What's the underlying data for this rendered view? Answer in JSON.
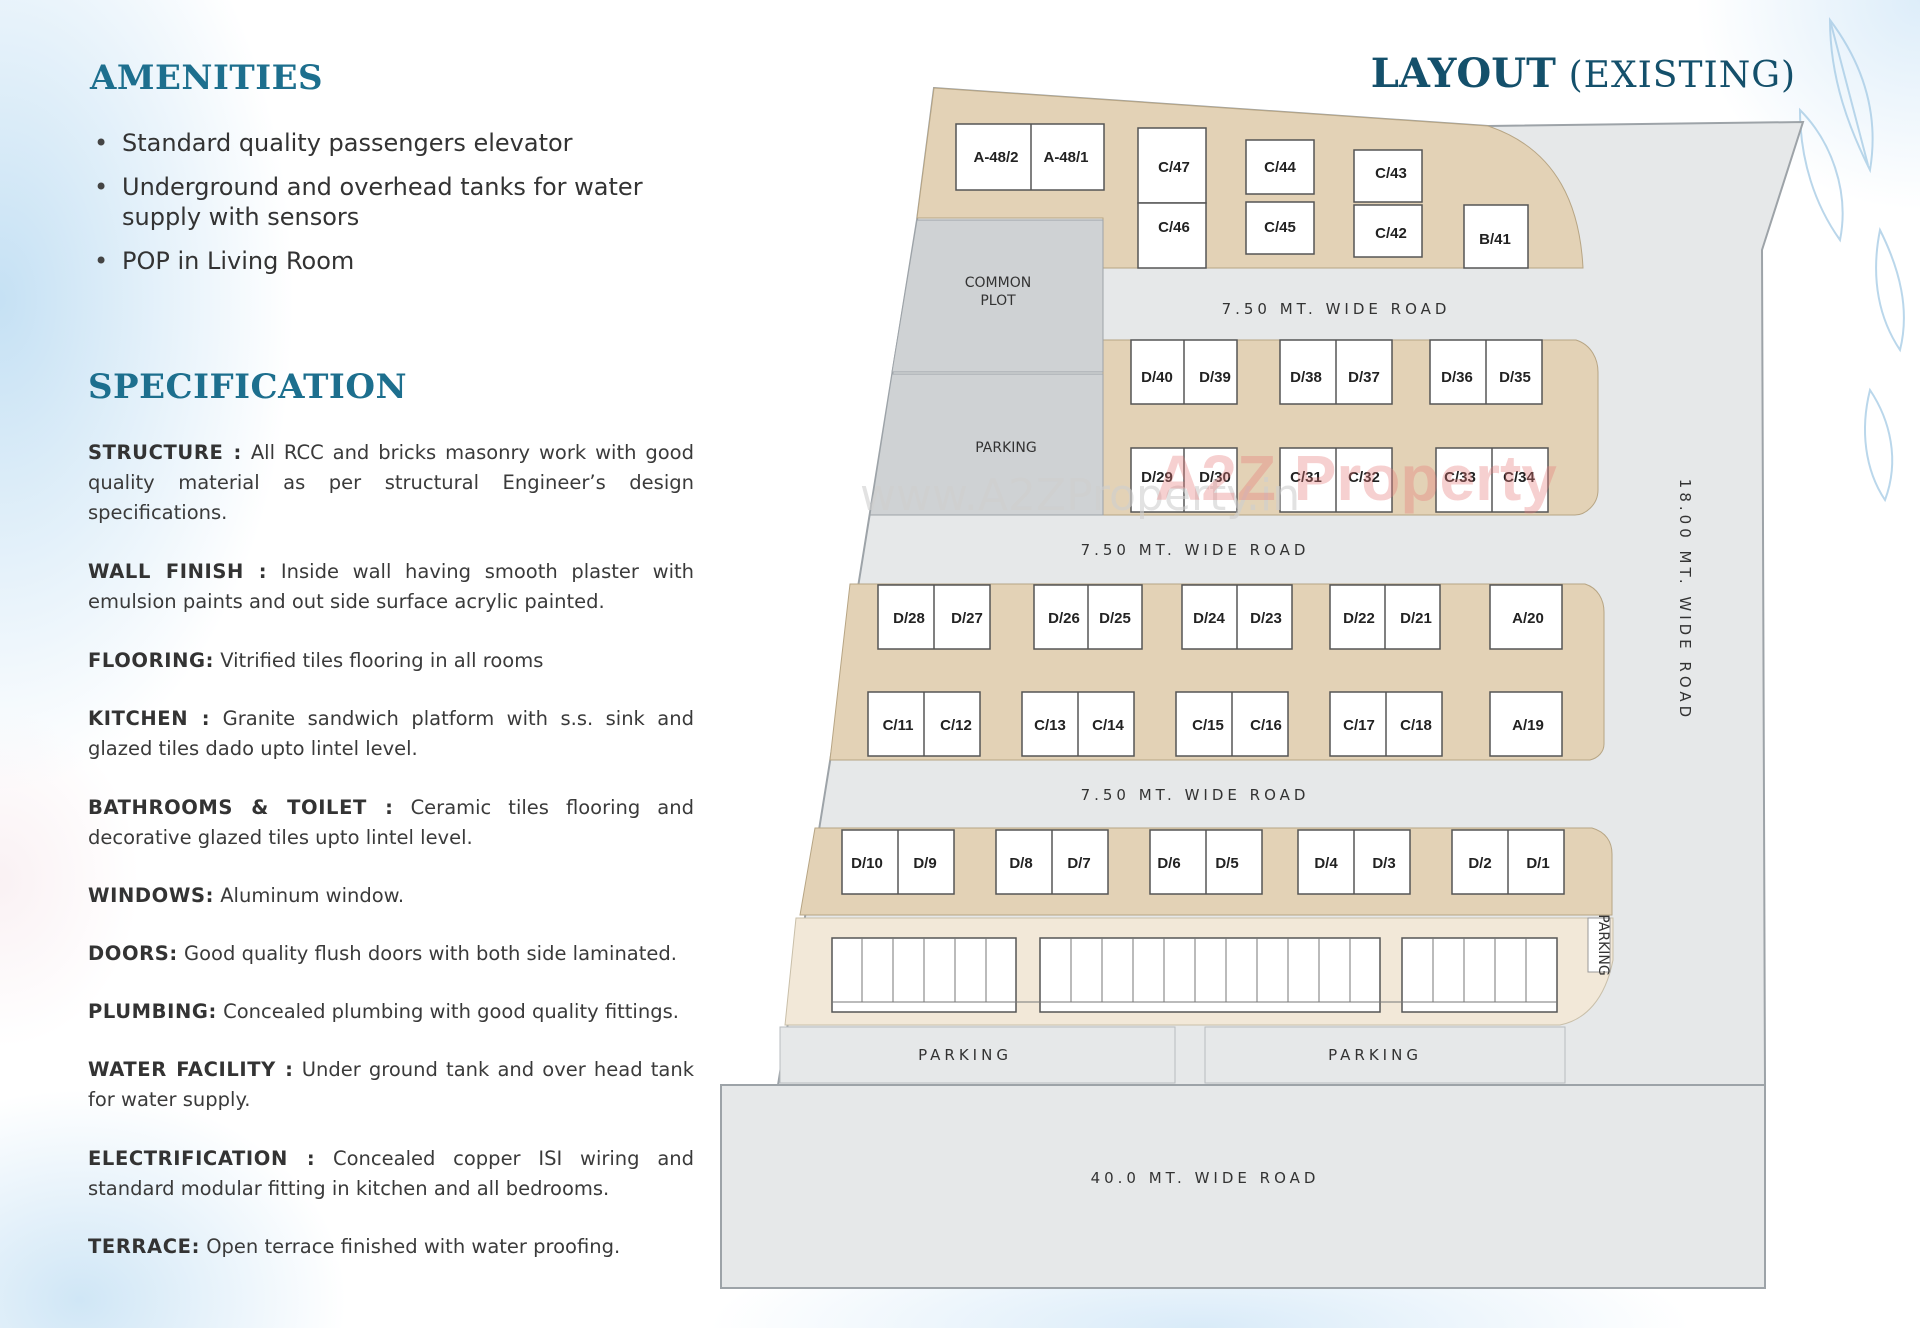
{
  "amenities": {
    "heading": "AMENITIES",
    "items": [
      "Standard quality passengers elevator",
      "Underground and overhead tanks for water supply with sensors",
      "POP in Living Room"
    ]
  },
  "specification": {
    "heading": "SPECIFICATION",
    "items": [
      {
        "label": "STRUCTURE :",
        "text": "All RCC and bricks masonry work with good quality material as per structural Engineer’s design specifications."
      },
      {
        "label": "WALL FINISH :",
        "text": "Inside wall having smooth plaster with emulsion paints and out side surface acrylic painted."
      },
      {
        "label": "FLOORING:",
        "text": "Vitrified tiles flooring in all rooms"
      },
      {
        "label": "KITCHEN :",
        "text": "Granite sandwich platform with s.s. sink and glazed tiles dado upto lintel level."
      },
      {
        "label": "BATHROOMS & TOILET :",
        "text": "Ceramic tiles flooring and decorative glazed tiles upto lintel level."
      },
      {
        "label": "WINDOWS:",
        "text": "Aluminum window."
      },
      {
        "label": "DOORS:",
        "text": "Good quality flush doors with both side laminated."
      },
      {
        "label": "PLUMBING:",
        "text": "Concealed plumbing with good quality fittings."
      },
      {
        "label": "WATER FACILITY :",
        "text": "Under ground tank and over head tank for water supply."
      },
      {
        "label": "ELECTRIFICATION :",
        "text": "Concealed copper ISI wiring and standard modular fitting in kitchen and all bedrooms."
      },
      {
        "label": "TERRACE:",
        "text": "Open terrace finished with water proofing."
      }
    ]
  },
  "layout": {
    "title_main": "LAYOUT",
    "title_sub": "(EXISTING)",
    "roads": {
      "road_a": "7.50 MT. WIDE ROAD",
      "road_b": "7.50 MT. WIDE ROAD",
      "road_c": "7.50 MT. WIDE ROAD",
      "road_side": "18.00 MT. WIDE ROAD",
      "road_main": "40.0 MT. WIDE ROAD"
    },
    "areas": {
      "common_plot_1": "COMMON",
      "common_plot_2": "PLOT",
      "parking_upper": "PARKING",
      "parking_left": "PARKING",
      "parking_right": "PARKING",
      "parking_side": "PARKING"
    },
    "watermark_url": "www.A2ZProperty.in",
    "watermark_logo": "A2Z Property",
    "plots": {
      "r1": [
        "A-48/2",
        "A-48/1",
        "C/47",
        "C/44",
        "C/43",
        "C/46",
        "C/45",
        "C/42",
        "B/41"
      ],
      "r2": [
        "D/40",
        "D/39",
        "D/38",
        "D/37",
        "D/36",
        "D/35"
      ],
      "r3": [
        "D/29",
        "D/30",
        "C/31",
        "C/32",
        "C/33",
        "C/34"
      ],
      "r4": [
        "D/28",
        "D/27",
        "D/26",
        "D/25",
        "D/24",
        "D/23",
        "D/22",
        "D/21",
        "A/20"
      ],
      "r5": [
        "C/11",
        "C/12",
        "C/13",
        "C/14",
        "C/15",
        "C/16",
        "C/17",
        "C/18",
        "A/19"
      ],
      "r6": [
        "D/10",
        "D/9",
        "D/8",
        "D/7",
        "D/6",
        "D/5",
        "D/4",
        "D/3",
        "D/2",
        "D/1"
      ]
    }
  },
  "colors": {
    "heading": "#1d6f8e",
    "plot_fill": "#e3d2b6",
    "road": "#e6e8e9",
    "grey_area": "#cfd2d4"
  }
}
